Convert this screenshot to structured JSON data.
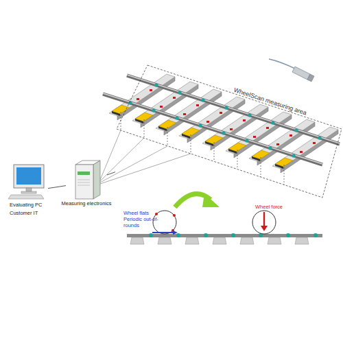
{
  "diagram": {
    "nodes": [
      {
        "text": [
          "Evaluating PC",
          "Customer IT"
        ]
      },
      {
        "text": [
          "Measuring electronics"
        ]
      },
      {
        "text": [
          "WheelScan measuring area"
        ]
      }
    ],
    "edges": [
      {
        "from": 0,
        "to": 1,
        "arrow": "none"
      },
      {
        "from": 1,
        "to": 2,
        "arrow": "none"
      }
    ],
    "labels": [
      "Wheel flats Periodic out-of-rounds",
      "Wheel force"
    ]
  }
}
